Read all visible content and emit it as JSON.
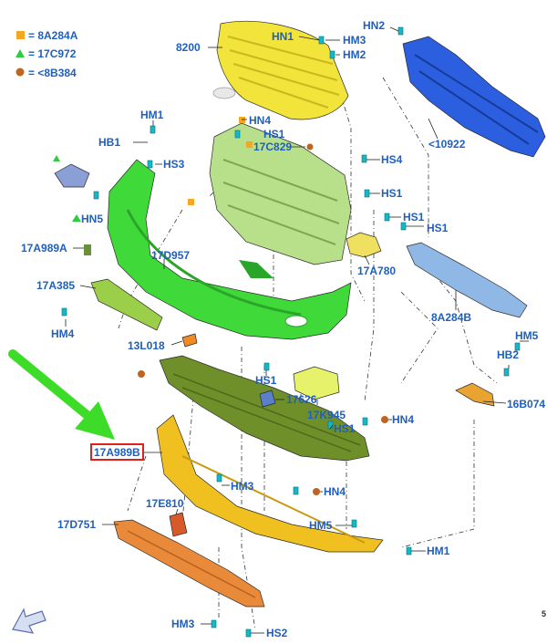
{
  "legend": [
    {
      "symbol": "square",
      "color": "#f5a623",
      "text": "= 8A284A"
    },
    {
      "symbol": "triangle",
      "color": "#2ecc40",
      "text": "= 17C972"
    },
    {
      "symbol": "circle",
      "color": "#c0641e",
      "text": "= <8B384"
    }
  ],
  "labels": {
    "l8200": "8200",
    "hn1": "HN1",
    "hm3_top": "HM3",
    "hm2": "HM2",
    "hn2": "HN2",
    "l10922": "<10922",
    "hm1_top": "HM1",
    "hn4_top": "HN4",
    "hs1_top": "HS1",
    "l17c829": "17C829",
    "hb1": "HB1",
    "hs3": "HS3",
    "hs4": "HS4",
    "hs1_b": "HS1",
    "hn5": "HN5",
    "hs1_c": "HS1",
    "hs1_d": "HS1",
    "l17a989a": "17A989A",
    "l17d957": "17D957",
    "l17a780": "17A780",
    "l17a385": "17A385",
    "l8a284b": "8A284B",
    "hm4": "HM4",
    "l13l018": "13L018",
    "hm5_r": "HM5",
    "hb2": "HB2",
    "hs1_e": "HS1",
    "l17626": "17626",
    "l16b074": "16B074",
    "l17k945": "17K945",
    "hn4_mid": "HN4",
    "hs1_f": "HS1",
    "l17a989b": "17A989B",
    "hm3_mid": "HM3",
    "hn4_low": "HN4",
    "l17e810": "17E810",
    "l17d751": "17D751",
    "hm5_low": "HM5",
    "hm1_low": "HM1",
    "hm3_bot": "HM3",
    "hs2": "HS2",
    "page_no": "5"
  },
  "colors": {
    "label": "#1f5fbf",
    "grille": "#f2e43a",
    "bracket_green": "#b8e08a",
    "bumper_green": "#3fd93a",
    "absorber_olive": "#6f8f2a",
    "lower_yellow": "#f0c020",
    "skid_orange": "#e88a3a",
    "reinforcement_blue": "#2b5fe0",
    "bracket_lightblue": "#8fb8e6",
    "highlight_box": "#e0201c",
    "arrow_green": "#3ddc28"
  },
  "icons": {
    "pointer_arrow": "arrow-green-icon",
    "navigation_arrow": "arrow-blue-outline-icon"
  }
}
